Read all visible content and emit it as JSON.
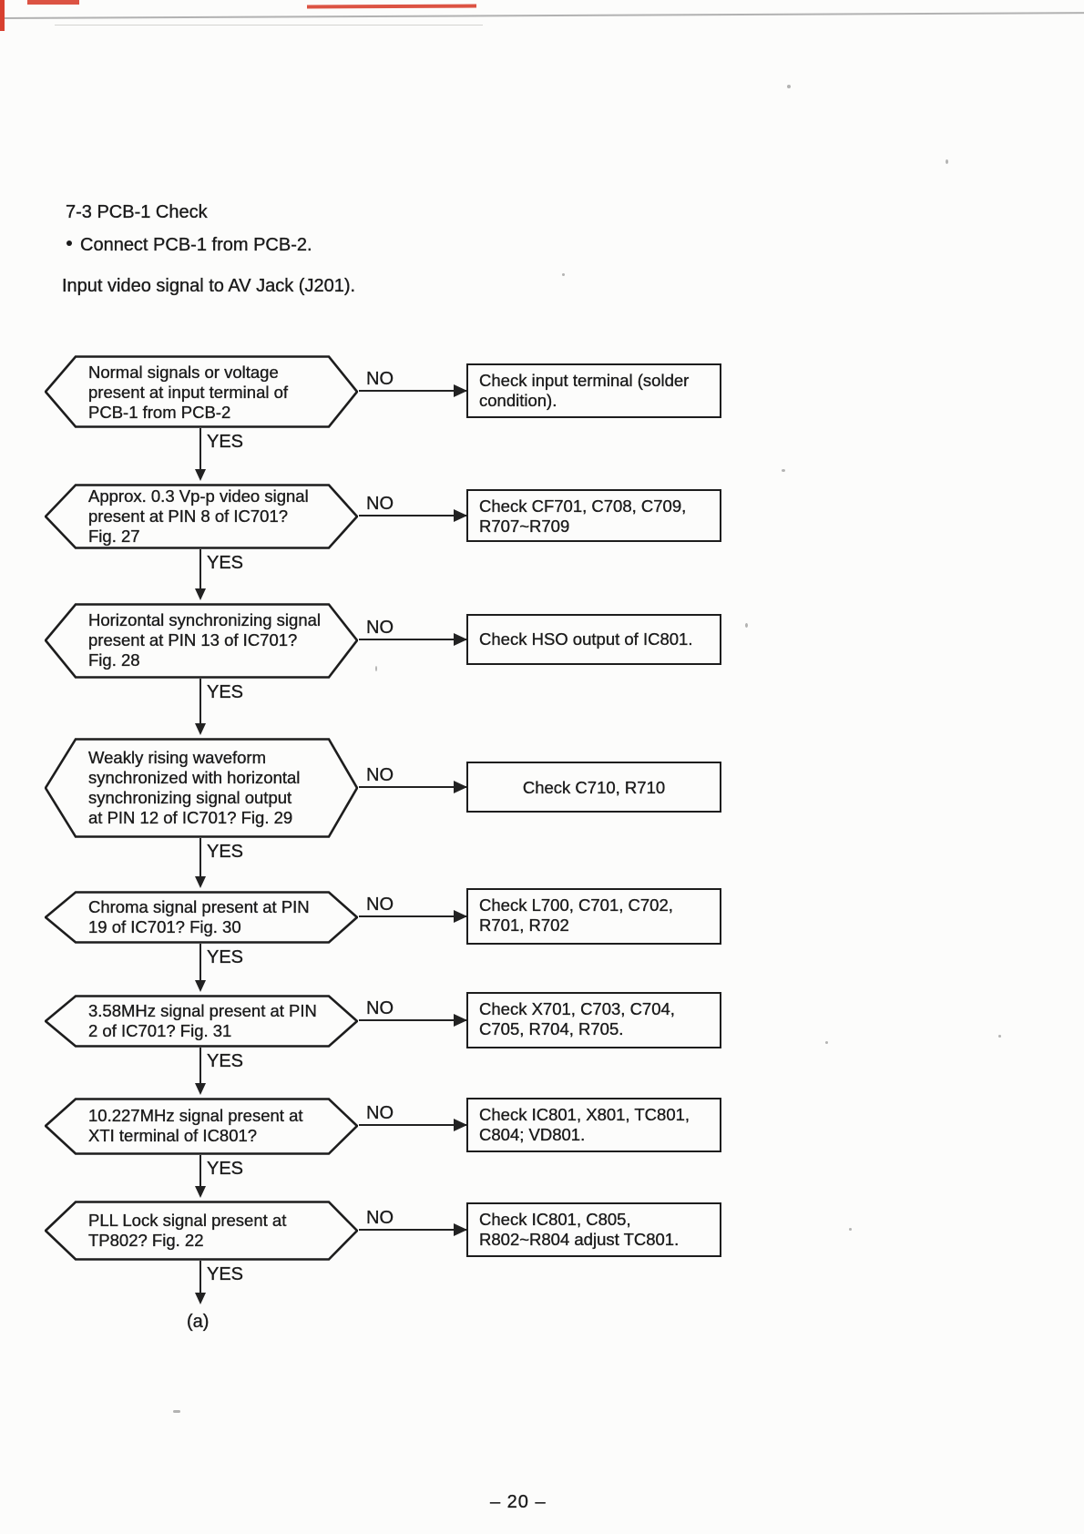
{
  "colors": {
    "ink": "#1b1b1b",
    "scan_mark_red": "#d8402f",
    "scan_line_gray": "#9a9a9a"
  },
  "page": {
    "section_title": "7-3 PCB-1 Check",
    "bullet_glyph": "•",
    "bullet_text": "Connect PCB-1 from PCB-2.",
    "intro_line": "Input video signal to AV Jack (J201).",
    "continuation_label": "(a)",
    "page_number": "– 20 –"
  },
  "flowchart": {
    "no_label": "NO",
    "yes_label": "YES",
    "steps": [
      {
        "question": "Normal signals or voltage\npresent at input terminal of\nPCB-1 from PCB-2",
        "action": "Check input terminal (solder\ncondition)."
      },
      {
        "question": "Approx. 0.3 Vp-p video signal\npresent at PIN 8 of IC701?\nFig. 27",
        "action": "Check CF701, C708, C709,\nR707~R709"
      },
      {
        "question": "Horizontal synchronizing signal\npresent at PIN 13 of IC701?\nFig. 28",
        "action": "Check HSO output of IC801."
      },
      {
        "question": "Weakly rising waveform\nsynchronized with horizontal\nsynchronizing signal output\nat PIN 12 of IC701? Fig. 29",
        "action": "Check C710, R710"
      },
      {
        "question": "Chroma signal present at PIN\n19 of IC701? Fig. 30",
        "action": "Check L700, C701, C702,\nR701, R702"
      },
      {
        "question": "3.58MHz signal present at PIN\n2 of IC701? Fig. 31",
        "action": "Check X701, C703, C704,\nC705, R704, R705."
      },
      {
        "question": "10.227MHz signal present at\nXTI terminal of IC801?",
        "action": "Check IC801, X801, TC801,\nC804; VD801."
      },
      {
        "question": "PLL Lock signal present at\nTP802? Fig. 22",
        "action": "Check IC801, C805,\nR802~R804 adjust TC801."
      }
    ]
  }
}
